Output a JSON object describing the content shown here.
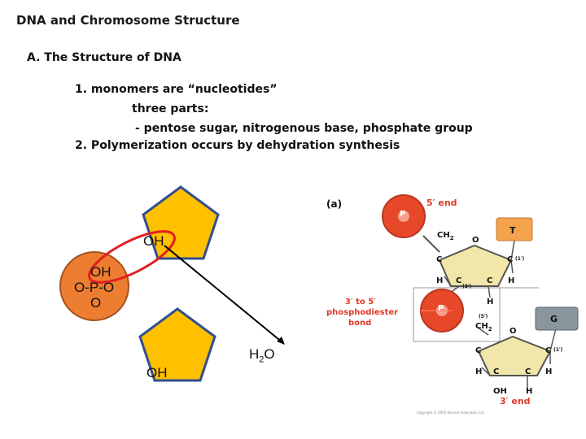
{
  "slide": {
    "title": "DNA and Chromosome Structure",
    "section": "A. The Structure of DNA",
    "points": [
      "1. monomers are “nucleotides”",
      "three parts:",
      "- pentose sugar, nitrogenous base, phosphate group",
      "2. Polymerization occurs by dehydration synthesis"
    ]
  },
  "schematic": {
    "oh_top": "OH",
    "phosphate_lines": [
      "OH",
      "O-P-O",
      "O"
    ],
    "oh_bottom": "OH",
    "water": "H",
    "water_sub": "2",
    "water_o": "O",
    "colors": {
      "sugar": "#ffc000",
      "phosphate": "#ed7d31",
      "highlight": "#e02020"
    }
  },
  "figure": {
    "panel": "(a)",
    "five_end": "5′ end",
    "three_end": "3′ end",
    "bond_label": [
      "3′ to 5′",
      "phosphodiester",
      "bond"
    ],
    "base_T": "T",
    "base_G": "G",
    "atoms": {
      "P": "P",
      "O": "O",
      "C": "C",
      "H": "H",
      "CH2": "CH",
      "CH2_sub": "2",
      "OH": "OH",
      "c1": "(1′)",
      "c3": "(3′)",
      "c5": "(5′)"
    },
    "copyright": "Copyright © 2005 Pearson Education, Inc.",
    "colors": {
      "sphere": "#e8482a",
      "bond": "#e03a2a",
      "base_T": "#f4a24c",
      "base_G": "#8a969e",
      "sugar": "#f2e6a8"
    }
  }
}
